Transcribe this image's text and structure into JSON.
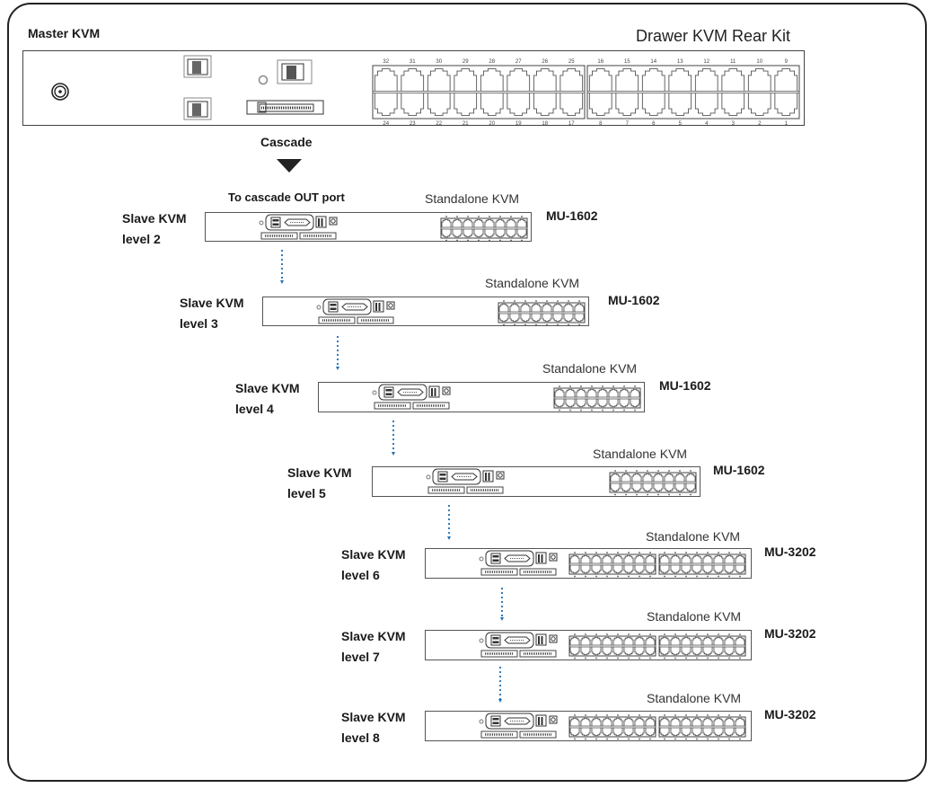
{
  "diagram": {
    "title": "Drawer KVM Rear Kit",
    "master": {
      "label": "Master KVM",
      "top_row_ports": [
        "32",
        "31",
        "30",
        "29",
        "28",
        "27",
        "26",
        "25",
        "16",
        "15",
        "14",
        "13",
        "12",
        "11",
        "10",
        "9"
      ],
      "bottom_row_ports": [
        "24",
        "23",
        "22",
        "21",
        "20",
        "19",
        "18",
        "17",
        "8",
        "7",
        "6",
        "5",
        "4",
        "3",
        "2",
        "1"
      ]
    },
    "cascade_label": "Cascade",
    "cascade_out_label": "To cascade OUT port",
    "standalone_label": "Standalone KVM",
    "slaves": [
      {
        "name": "Slave KVM",
        "level": "level 2",
        "model": "MU-1602",
        "ports": 16
      },
      {
        "name": "Slave KVM",
        "level": "level 3",
        "model": "MU-1602",
        "ports": 16
      },
      {
        "name": "Slave KVM",
        "level": "level 4",
        "model": "MU-1602",
        "ports": 16
      },
      {
        "name": "Slave KVM",
        "level": "level 5",
        "model": "MU-1602",
        "ports": 16
      },
      {
        "name": "Slave KVM",
        "level": "level 6",
        "model": "MU-3202",
        "ports": 32
      },
      {
        "name": "Slave KVM",
        "level": "level 7",
        "model": "MU-3202",
        "ports": 32
      },
      {
        "name": "Slave KVM",
        "level": "level 8",
        "model": "MU-3202",
        "ports": 32
      }
    ],
    "colors": {
      "connector_dots": "#1f6fb5",
      "outline": "#222222"
    }
  }
}
